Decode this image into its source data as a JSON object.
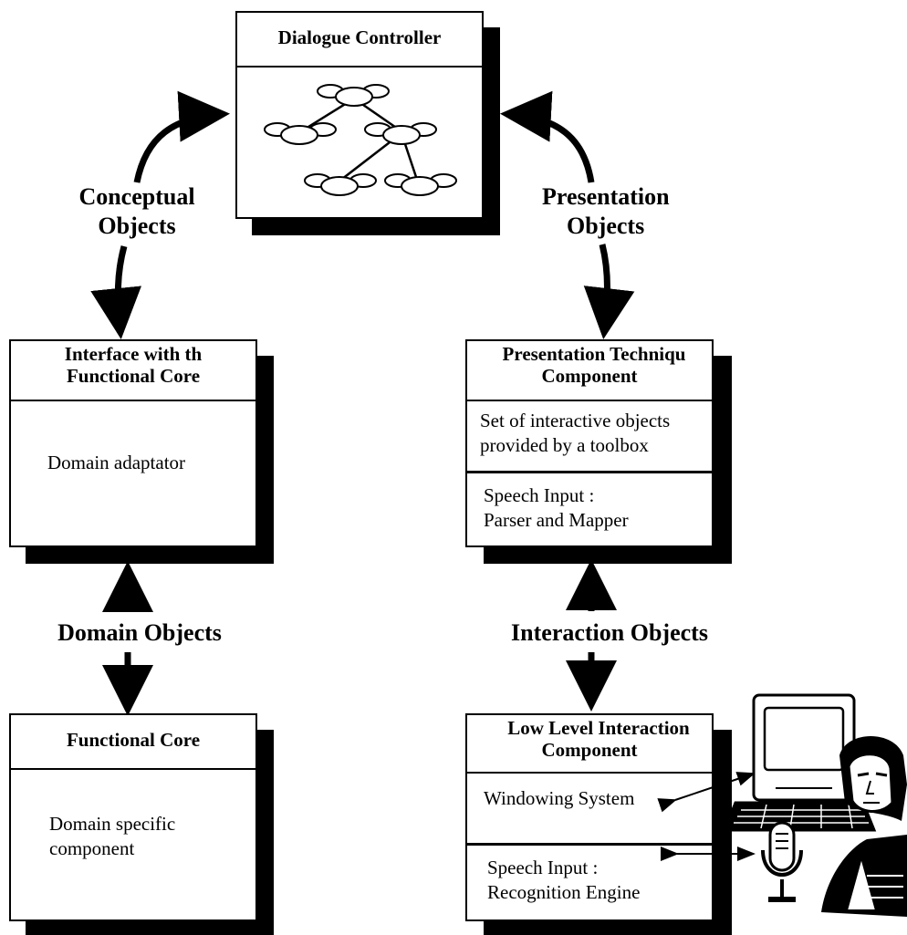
{
  "dialogue_controller": {
    "title": "Dialogue Controller"
  },
  "interface_functional_core": {
    "title_line1": "Interface with th",
    "title_line2": "Functional Core",
    "body": "Domain adaptator"
  },
  "functional_core": {
    "title": "Functional Core",
    "body_line1": "Domain specific",
    "body_line2": "component"
  },
  "presentation_technique": {
    "title_line1": "Presentation Techniqu",
    "title_line2": "Component",
    "section1_line1": "Set of interactive objects",
    "section1_line2": "provided by a toolbox",
    "section2_line1": "Speech Input :",
    "section2_line2": "Parser and Mapper"
  },
  "low_level_interaction": {
    "title_line1": "Low Level Interaction",
    "title_line2": "Component",
    "section1": "Windowing System",
    "section2_line1": "Speech Input :",
    "section2_line2": "Recognition Engine"
  },
  "labels": {
    "conceptual_line1": "Conceptual",
    "conceptual_line2": "Objects",
    "presentation_line1": "Presentation",
    "presentation_line2": "Objects",
    "domain": "Domain Objects",
    "interaction": "Interaction Objects"
  },
  "icons": [
    "computer-icon",
    "person-icon",
    "microphone-icon",
    "dialogue-graph-icon"
  ]
}
